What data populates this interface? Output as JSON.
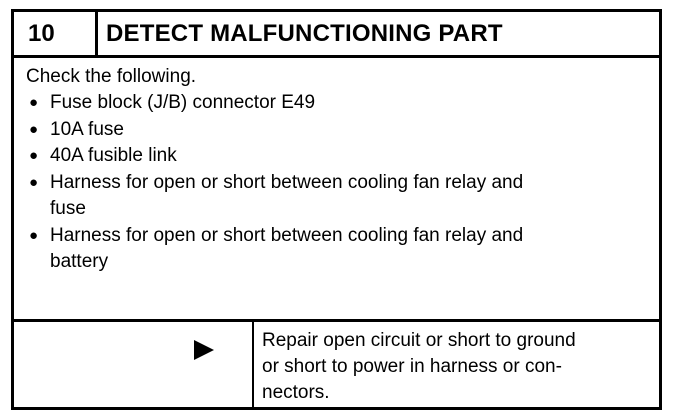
{
  "step": {
    "number": "10",
    "title": "DETECT MALFUNCTIONING PART"
  },
  "check": {
    "intro": "Check the following.",
    "items": [
      {
        "line1": "Fuse block (J/B) connector E49",
        "line2": ""
      },
      {
        "line1": "10A fuse",
        "line2": ""
      },
      {
        "line1": "40A fusible link",
        "line2": ""
      },
      {
        "line1": "Harness for open or short between cooling fan relay and",
        "line2": "fuse"
      },
      {
        "line1": "Harness for open or short between cooling fan relay and",
        "line2": "battery"
      }
    ]
  },
  "result": {
    "arrow_icon": "right-triangle-arrow-icon",
    "action_lines": [
      "Repair open circuit or short to ground",
      "or short to power in harness or con-",
      "nectors."
    ]
  }
}
